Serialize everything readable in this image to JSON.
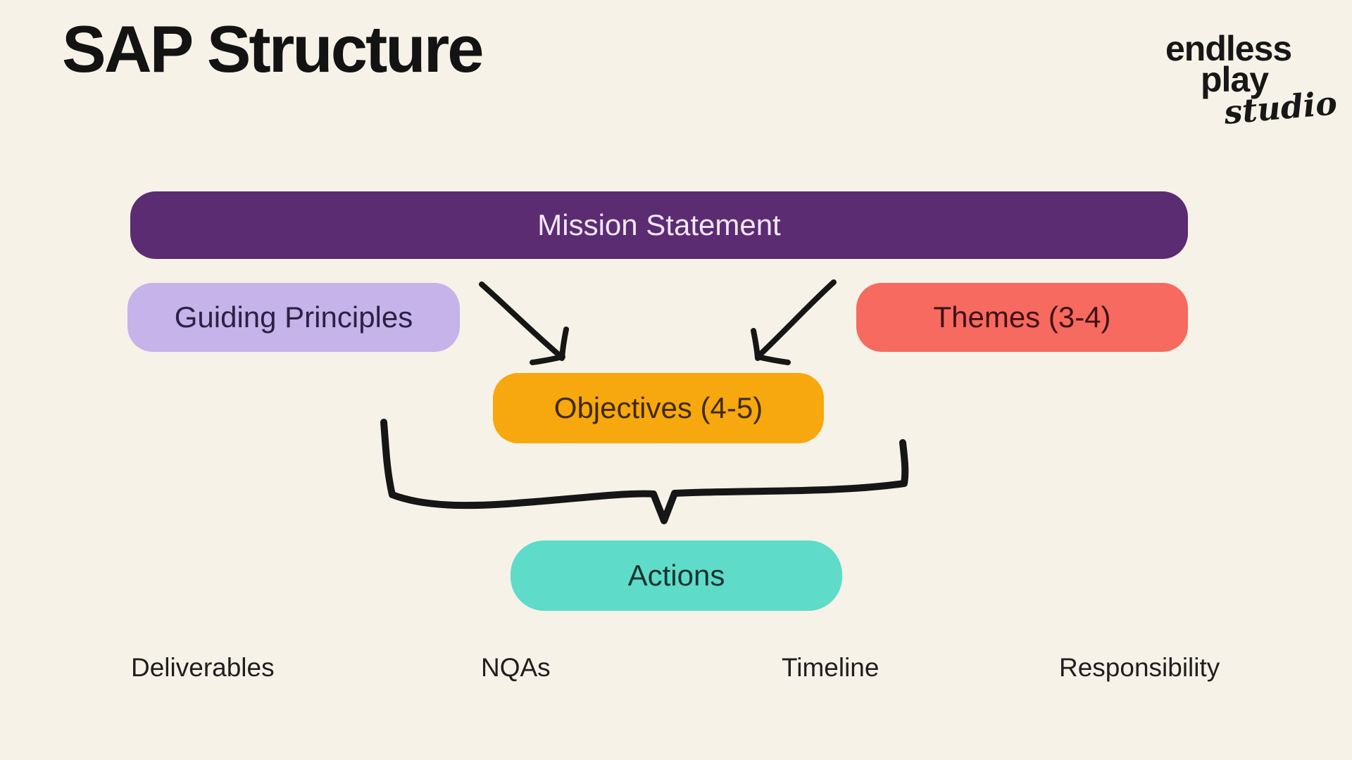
{
  "page": {
    "title": "SAP Structure",
    "background": "#f7f2e7",
    "ink": "#161616"
  },
  "logo": {
    "line1": "endless",
    "line2": "play",
    "line3": "studio"
  },
  "diagram": {
    "nodes": {
      "mission": {
        "label": "Mission Statement",
        "bg": "#5b2c72",
        "fg": "#f3e7fb"
      },
      "guiding": {
        "label": "Guiding Principles",
        "bg": "#c6b3ea",
        "fg": "#2b2144"
      },
      "themes": {
        "label": "Themes (3-4)",
        "bg": "#f66a5f",
        "fg": "#401114"
      },
      "objectives": {
        "label": "Objectives (4-5)",
        "bg": "#f7a80e",
        "fg": "#3f2b03"
      },
      "actions": {
        "label": "Actions",
        "bg": "#5edcc9",
        "fg": "#173430"
      }
    },
    "footer_labels": [
      "Deliverables",
      "NQAs",
      "Timeline",
      "Responsibility"
    ]
  }
}
